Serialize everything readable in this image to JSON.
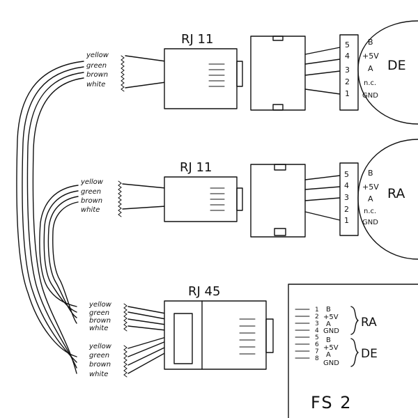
{
  "wire_colors": [
    "yellow",
    "green",
    "brown",
    "white"
  ],
  "connectors": {
    "rj11_top": "RJ 11",
    "rj11_mid": "RJ 11",
    "rj45": "RJ 45"
  },
  "motors": {
    "de": {
      "name": "DE",
      "pin_numbers": [
        "5",
        "4",
        "3",
        "2",
        "1"
      ],
      "pin_signals": [
        "B",
        "+5V",
        "A",
        "n.c.",
        "GND"
      ]
    },
    "ra": {
      "name": "RA",
      "pin_numbers": [
        "5",
        "4",
        "3",
        "2",
        "1"
      ],
      "pin_signals": [
        "B",
        "+5V",
        "A",
        "n.c.",
        "GND"
      ]
    }
  },
  "fs2": {
    "title": "FS 2",
    "pin_numbers": [
      "1",
      "2",
      "3",
      "4",
      "5",
      "6",
      "7",
      "8"
    ],
    "pin_signals": [
      "B",
      "+5V",
      "A",
      "GND",
      "B",
      "+5V",
      "A",
      "GND"
    ],
    "group_ra": "RA",
    "group_de": "DE"
  }
}
